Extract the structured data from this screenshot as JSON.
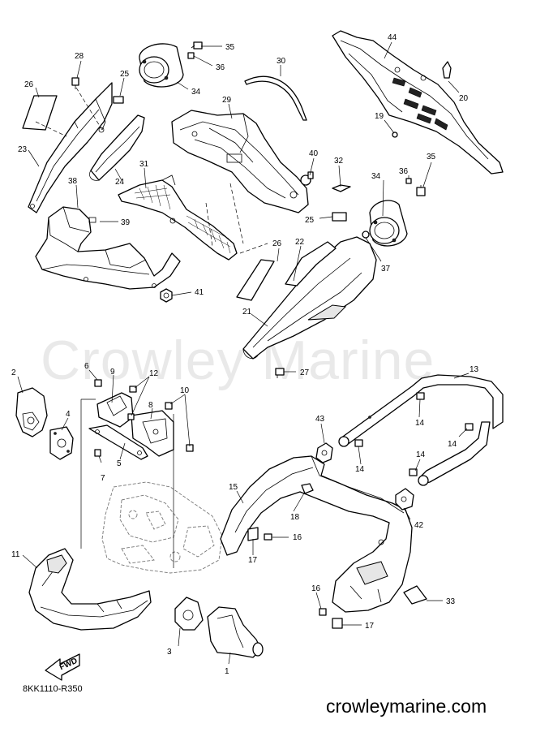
{
  "watermark": "Crowley Marine",
  "diagram_code": "8KK1110-R350",
  "site_url": "crowleymarine.com",
  "fwd_arrow_label": "FWD",
  "callouts": {
    "c1": "1",
    "c2": "2",
    "c3": "3",
    "c4": "4",
    "c5": "5",
    "c6": "6",
    "c7": "7",
    "c8": "8",
    "c9": "9",
    "c10": "10",
    "c11": "11",
    "c12": "12",
    "c13": "13",
    "c14a": "14",
    "c14b": "14",
    "c14c": "14",
    "c14d": "14",
    "c15": "15",
    "c16a": "16",
    "c16b": "16",
    "c17a": "17",
    "c17b": "17",
    "c18": "18",
    "c19": "19",
    "c20": "20",
    "c21": "21",
    "c22": "22",
    "c23": "23",
    "c24": "24",
    "c25a": "25",
    "c25b": "25",
    "c26a": "26",
    "c26b": "26",
    "c27": "27",
    "c28": "28",
    "c29": "29",
    "c30": "30",
    "c31": "31",
    "c32": "32",
    "c33": "33",
    "c34a": "34",
    "c34b": "34",
    "c35a": "35",
    "c35b": "35",
    "c36a": "36",
    "c36b": "36",
    "c37": "37",
    "c38": "38",
    "c39": "39",
    "c40": "40",
    "c41": "41",
    "c42": "42",
    "c43": "43",
    "c44": "44"
  }
}
